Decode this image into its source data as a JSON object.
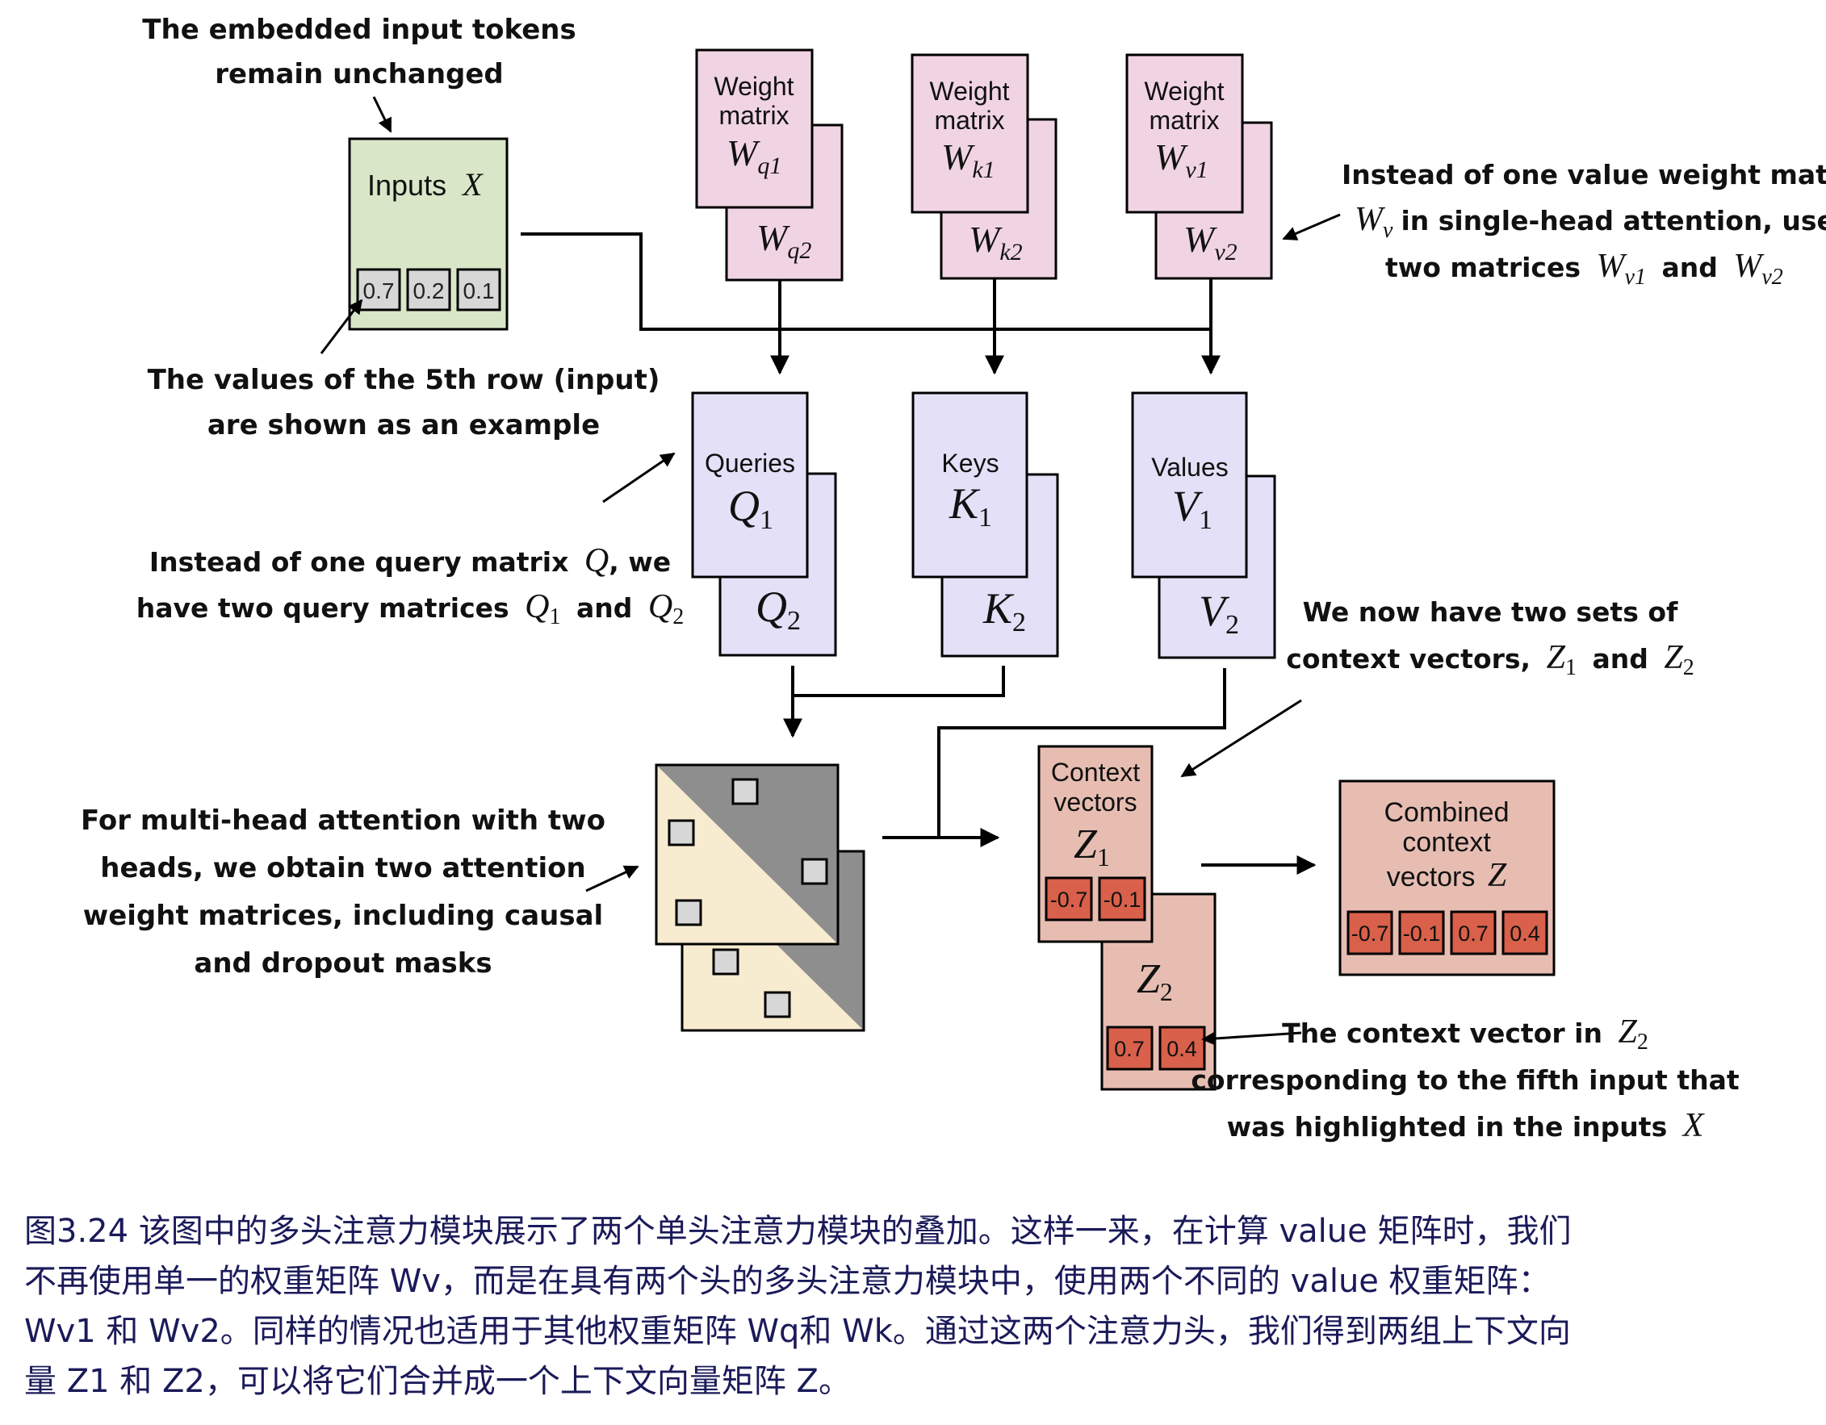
{
  "annotations": {
    "embedded_tokens": [
      "The embedded input tokens",
      "remain unchanged"
    ],
    "fifth_row": [
      "The values of the 5th row (input)",
      "are shown as an example"
    ],
    "value_weights": [
      "Instead of one value weight matrix",
      "in single-head attention, use",
      "two matrices",
      "and"
    ],
    "query_matrices": [
      "Instead of one query matrix",
      ", we",
      "have two query matrices",
      "and"
    ],
    "two_sets": [
      "We now have two sets of",
      "context vectors,",
      "and"
    ],
    "multi_head": [
      "For multi-head attention with two",
      "heads, we obtain two attention",
      "weight matrices, including causal",
      "and dropout masks"
    ],
    "context_vector_z2": [
      "The context vector in",
      "corresponding to the fifth input that",
      "was highlighted in the inputs"
    ]
  },
  "symbols": {
    "X": "X",
    "Q": "Q",
    "K": "K",
    "V": "V",
    "Z": "Z",
    "W": "W",
    "q1": "q1",
    "q2": "q2",
    "k1": "k1",
    "k2": "k2",
    "v1": "v1",
    "v2": "v2",
    "v": "v",
    "n1": "1",
    "n2": "2"
  },
  "inputs": {
    "label": "Inputs",
    "values": [
      "0.7",
      "0.2",
      "0.1"
    ]
  },
  "weights": {
    "label_line1": "Weight",
    "label_line2": "matrix"
  },
  "qkv": {
    "queries": "Queries",
    "keys": "Keys",
    "values": "Values"
  },
  "context": {
    "label_line1": "Context",
    "label_line2": "vectors",
    "z1_values": [
      "-0.7",
      "-0.1"
    ],
    "z2_values": [
      "0.7",
      "0.4"
    ]
  },
  "combined": {
    "label_line1": "Combined",
    "label_line2": "context",
    "label_line3": "vectors",
    "values": [
      "-0.7",
      "-0.1",
      "0.7",
      "0.4"
    ]
  },
  "caption_lines": [
    "图3.24 该图中的多头注意力模块展示了两个单头注意力模块的叠加。这样一来，在计算 value 矩阵时，我们",
    "不再使用单一的权重矩阵 Wv，而是在具有两个头的多头注意力模块中，使用两个不同的 value 权重矩阵：",
    "Wv1 和 Wv2。同样的情况也适用于其他权重矩阵 Wq和 Wk。通过这两个注意力头，我们得到两组上下文向",
    "量 Z1 和 Z2，可以将它们合并成一个上下文向量矩阵 Z。"
  ],
  "colors": {
    "input_fill": "#d9e7c8",
    "weight_fill": "#f1d4e3",
    "qkv_fill": "#e3e0f7",
    "context_fill": "#e7bdb2",
    "cell_red": "#d9604a",
    "cell_gray": "#d7d7d7",
    "mask_light": "#f7ebd0",
    "mask_dark": "#8e8e8e",
    "caption_text": "#1a1a5a"
  }
}
